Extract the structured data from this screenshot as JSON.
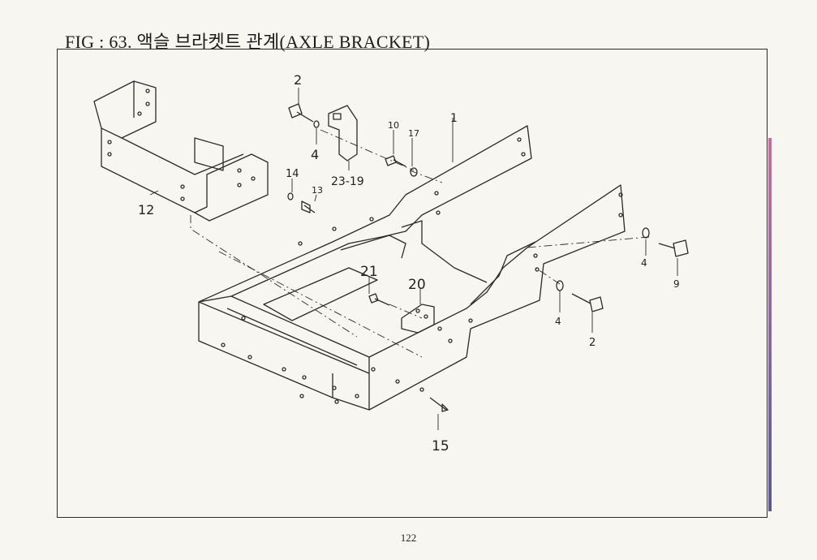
{
  "figure": {
    "title": "FIG : 63. 액슬 브라켓트 관계(AXLE BRACKET)"
  },
  "callouts": [
    {
      "id": "c-2a",
      "label": "2"
    },
    {
      "id": "c-4a",
      "label": "4"
    },
    {
      "id": "c-23-19",
      "label": "23-19"
    },
    {
      "id": "c-10",
      "label": "10"
    },
    {
      "id": "c-17",
      "label": "17"
    },
    {
      "id": "c-1",
      "label": "1"
    },
    {
      "id": "c-14",
      "label": "14"
    },
    {
      "id": "c-13",
      "label": "13"
    },
    {
      "id": "c-12",
      "label": "12"
    },
    {
      "id": "c-21",
      "label": "21"
    },
    {
      "id": "c-20",
      "label": "20"
    },
    {
      "id": "c-4b",
      "label": "4"
    },
    {
      "id": "c-9",
      "label": "9"
    },
    {
      "id": "c-4c",
      "label": "4"
    },
    {
      "id": "c-2b",
      "label": "2"
    },
    {
      "id": "c-15",
      "label": "15"
    }
  ],
  "footer": {
    "page_number": "122"
  }
}
